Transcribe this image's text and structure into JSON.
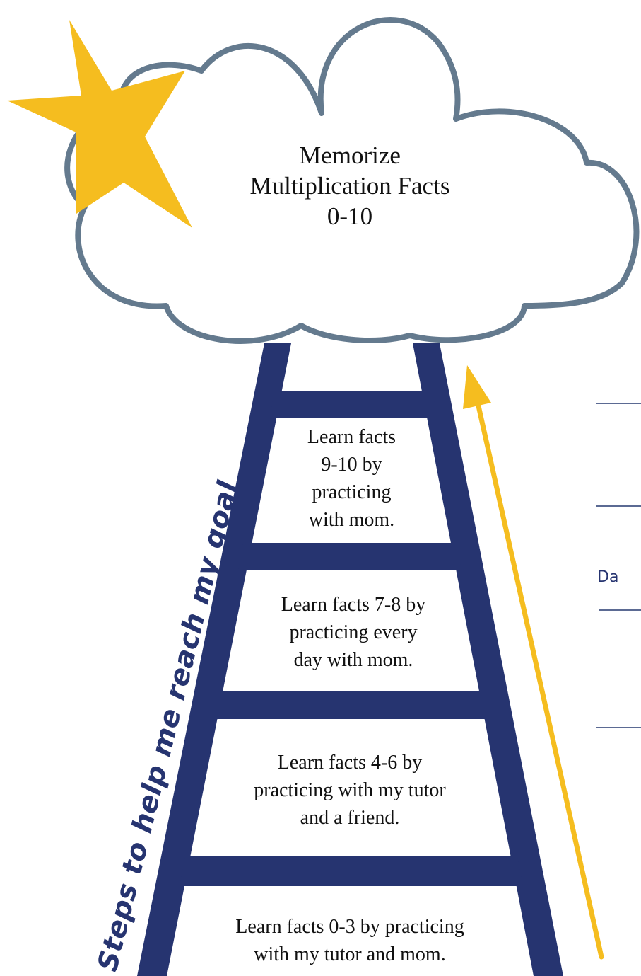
{
  "goal": {
    "text": "Memorize\nMultiplication Facts\n0-10"
  },
  "ladder_label": "Steps to help me reach my goal",
  "steps": [
    {
      "id": "step-1",
      "text": "Learn facts 0-3 by practicing\nwith my tutor and mom."
    },
    {
      "id": "step-2",
      "text": "Learn facts 4-6 by\npracticing with my tutor\nand a friend."
    },
    {
      "id": "step-3",
      "text": "Learn facts 7-8 by\npracticing every\nday with mom."
    },
    {
      "id": "step-4",
      "text": "Learn facts\n9-10 by\npracticing\nwith mom."
    }
  ],
  "date_label": "Da",
  "colors": {
    "ladder": "#263470",
    "cloud_outline": "#647a8e",
    "star": "#f5bd1f",
    "arrow": "#f5bd1f",
    "date_lines": "#5b6a93"
  },
  "icons": {
    "star": "star-icon",
    "cloud": "cloud-shape",
    "ladder": "ladder-shape",
    "arrow": "up-arrow-icon"
  }
}
